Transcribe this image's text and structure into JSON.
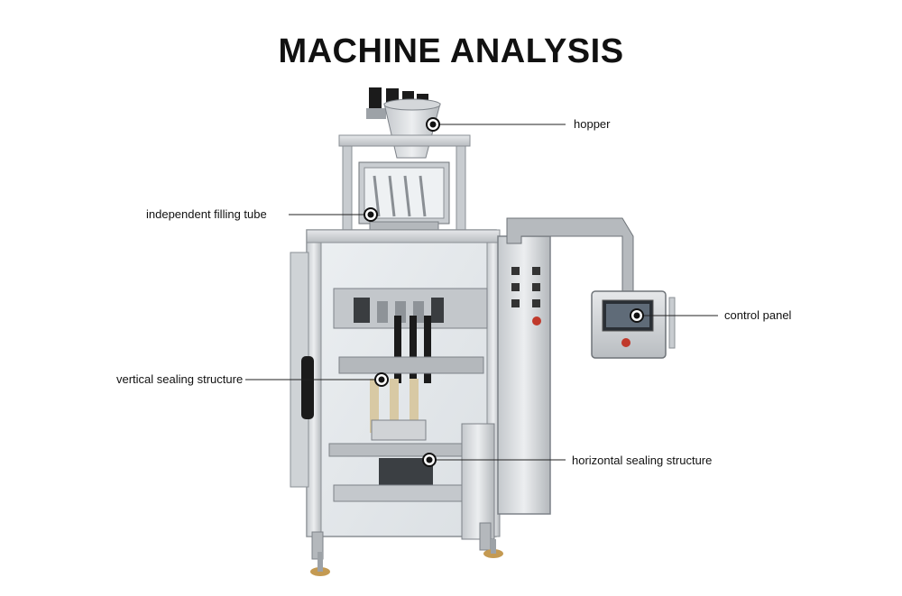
{
  "title": "MACHINE ANALYSIS",
  "callouts": {
    "hopper": "hopper",
    "filling_tube": "independent filling tube",
    "control_panel": "control panel",
    "vertical_sealing": "vertical sealing structure",
    "horizontal_sealing": "horizontal sealing structure"
  },
  "colors": {
    "steel_light": "#d9dcdf",
    "steel_mid": "#b8bcc0",
    "steel_dark": "#7d8288",
    "black_part": "#1b1b1b",
    "leader": "#222222"
  }
}
